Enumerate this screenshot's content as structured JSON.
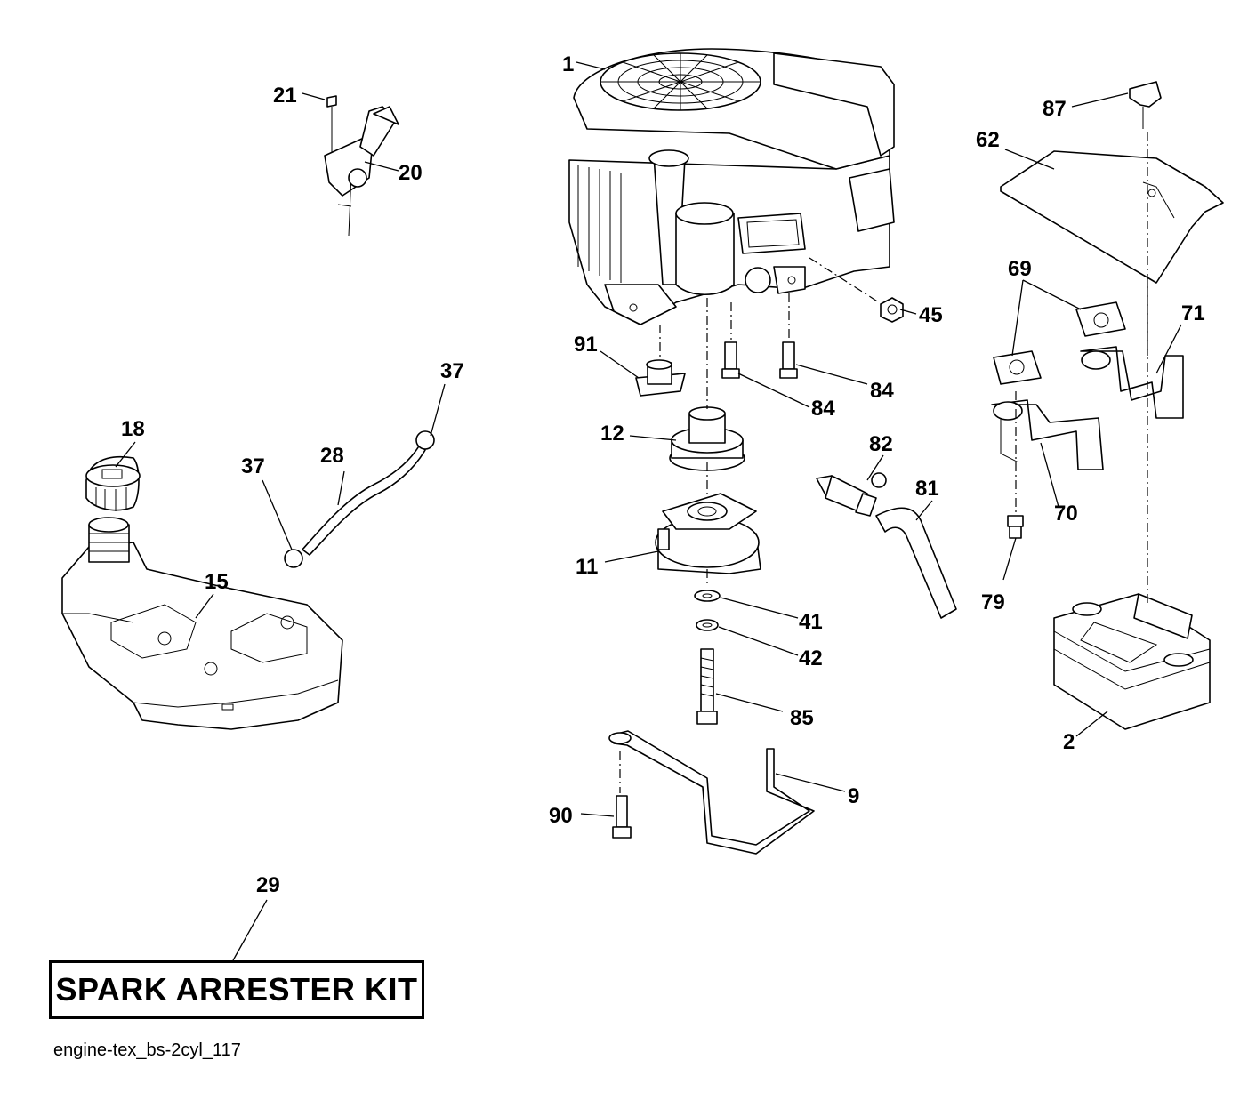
{
  "callouts": {
    "c1": "1",
    "c21": "21",
    "c20": "20",
    "c87": "87",
    "c62": "62",
    "c45": "45",
    "c69": "69",
    "c71": "71",
    "c91": "91",
    "c84a": "84",
    "c84b": "84",
    "c37a": "37",
    "c37b": "37",
    "c28": "28",
    "c18": "18",
    "c15": "15",
    "c12": "12",
    "c82": "82",
    "c81": "81",
    "c70": "70",
    "c11": "11",
    "c79": "79",
    "c41": "41",
    "c42": "42",
    "c85": "85",
    "c2": "2",
    "c9": "9",
    "c90": "90",
    "c29": "29"
  },
  "kit_box": {
    "label": "SPARK ARRESTER KIT"
  },
  "file_id": "engine-tex_bs-2cyl_117"
}
